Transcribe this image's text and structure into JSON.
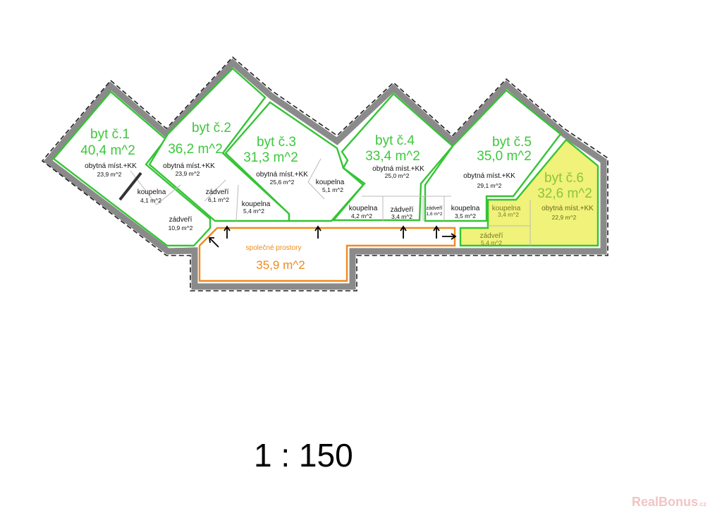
{
  "units": [
    {
      "name": "byt č.1",
      "area": "40,4 m^2",
      "rooms": [
        {
          "label": "obytná míst.+KK",
          "area": "23,9 m^2"
        },
        {
          "label": "koupelna",
          "area": "4,1 m^2"
        },
        {
          "label": "zádveří",
          "area": "10,9 m^2"
        }
      ]
    },
    {
      "name": "byt č.2",
      "area": "36,2 m^2",
      "rooms": [
        {
          "label": "obytná míst.+KK",
          "area": "23,9 m^2"
        },
        {
          "label": "zádveří",
          "area": "6,1 m^2"
        },
        {
          "label": "koupelna",
          "area": "5,4 m^2"
        }
      ]
    },
    {
      "name": "byt č.3",
      "area": "31,3 m^2",
      "rooms": [
        {
          "label": "obytná míst.+KK",
          "area": "25,6 m^2"
        },
        {
          "label": "koupelna",
          "area": "5,1 m^2"
        }
      ]
    },
    {
      "name": "byt č.4",
      "area": "33,4 m^2",
      "rooms": [
        {
          "label": "obytná míst.+KK",
          "area": "25,0 m^2"
        },
        {
          "label": "koupelna",
          "area": "4,2 m^2"
        },
        {
          "label": "zádveří",
          "area": "3,4 m^2"
        }
      ]
    },
    {
      "name": "byt č.5",
      "area": "35,0 m^2",
      "rooms": [
        {
          "label": "obytná míst.+KK",
          "area": "29,1 m^2"
        },
        {
          "label": "zádveří",
          "area": "1,6 m^2"
        },
        {
          "label": "koupelna",
          "area": "3,5 m^2"
        }
      ]
    },
    {
      "name": "byt č.6",
      "area": "32,6 m^2",
      "rooms": [
        {
          "label": "obytná míst.+KK",
          "area": "22,9 m^2"
        },
        {
          "label": "koupelna",
          "area": "3,4 m^2"
        },
        {
          "label": "zádveří",
          "area": "5,4 m^2"
        }
      ]
    }
  ],
  "common": {
    "label": "společné prostory",
    "area": "35,9 m^2"
  },
  "scale": "1 : 150",
  "logo": {
    "main": "RealBonus",
    "suffix": ".cz"
  },
  "colors": {
    "unit_outline": "#35c435",
    "common_outline": "#f08a1c",
    "highlight_fill": "#f0f27a"
  }
}
